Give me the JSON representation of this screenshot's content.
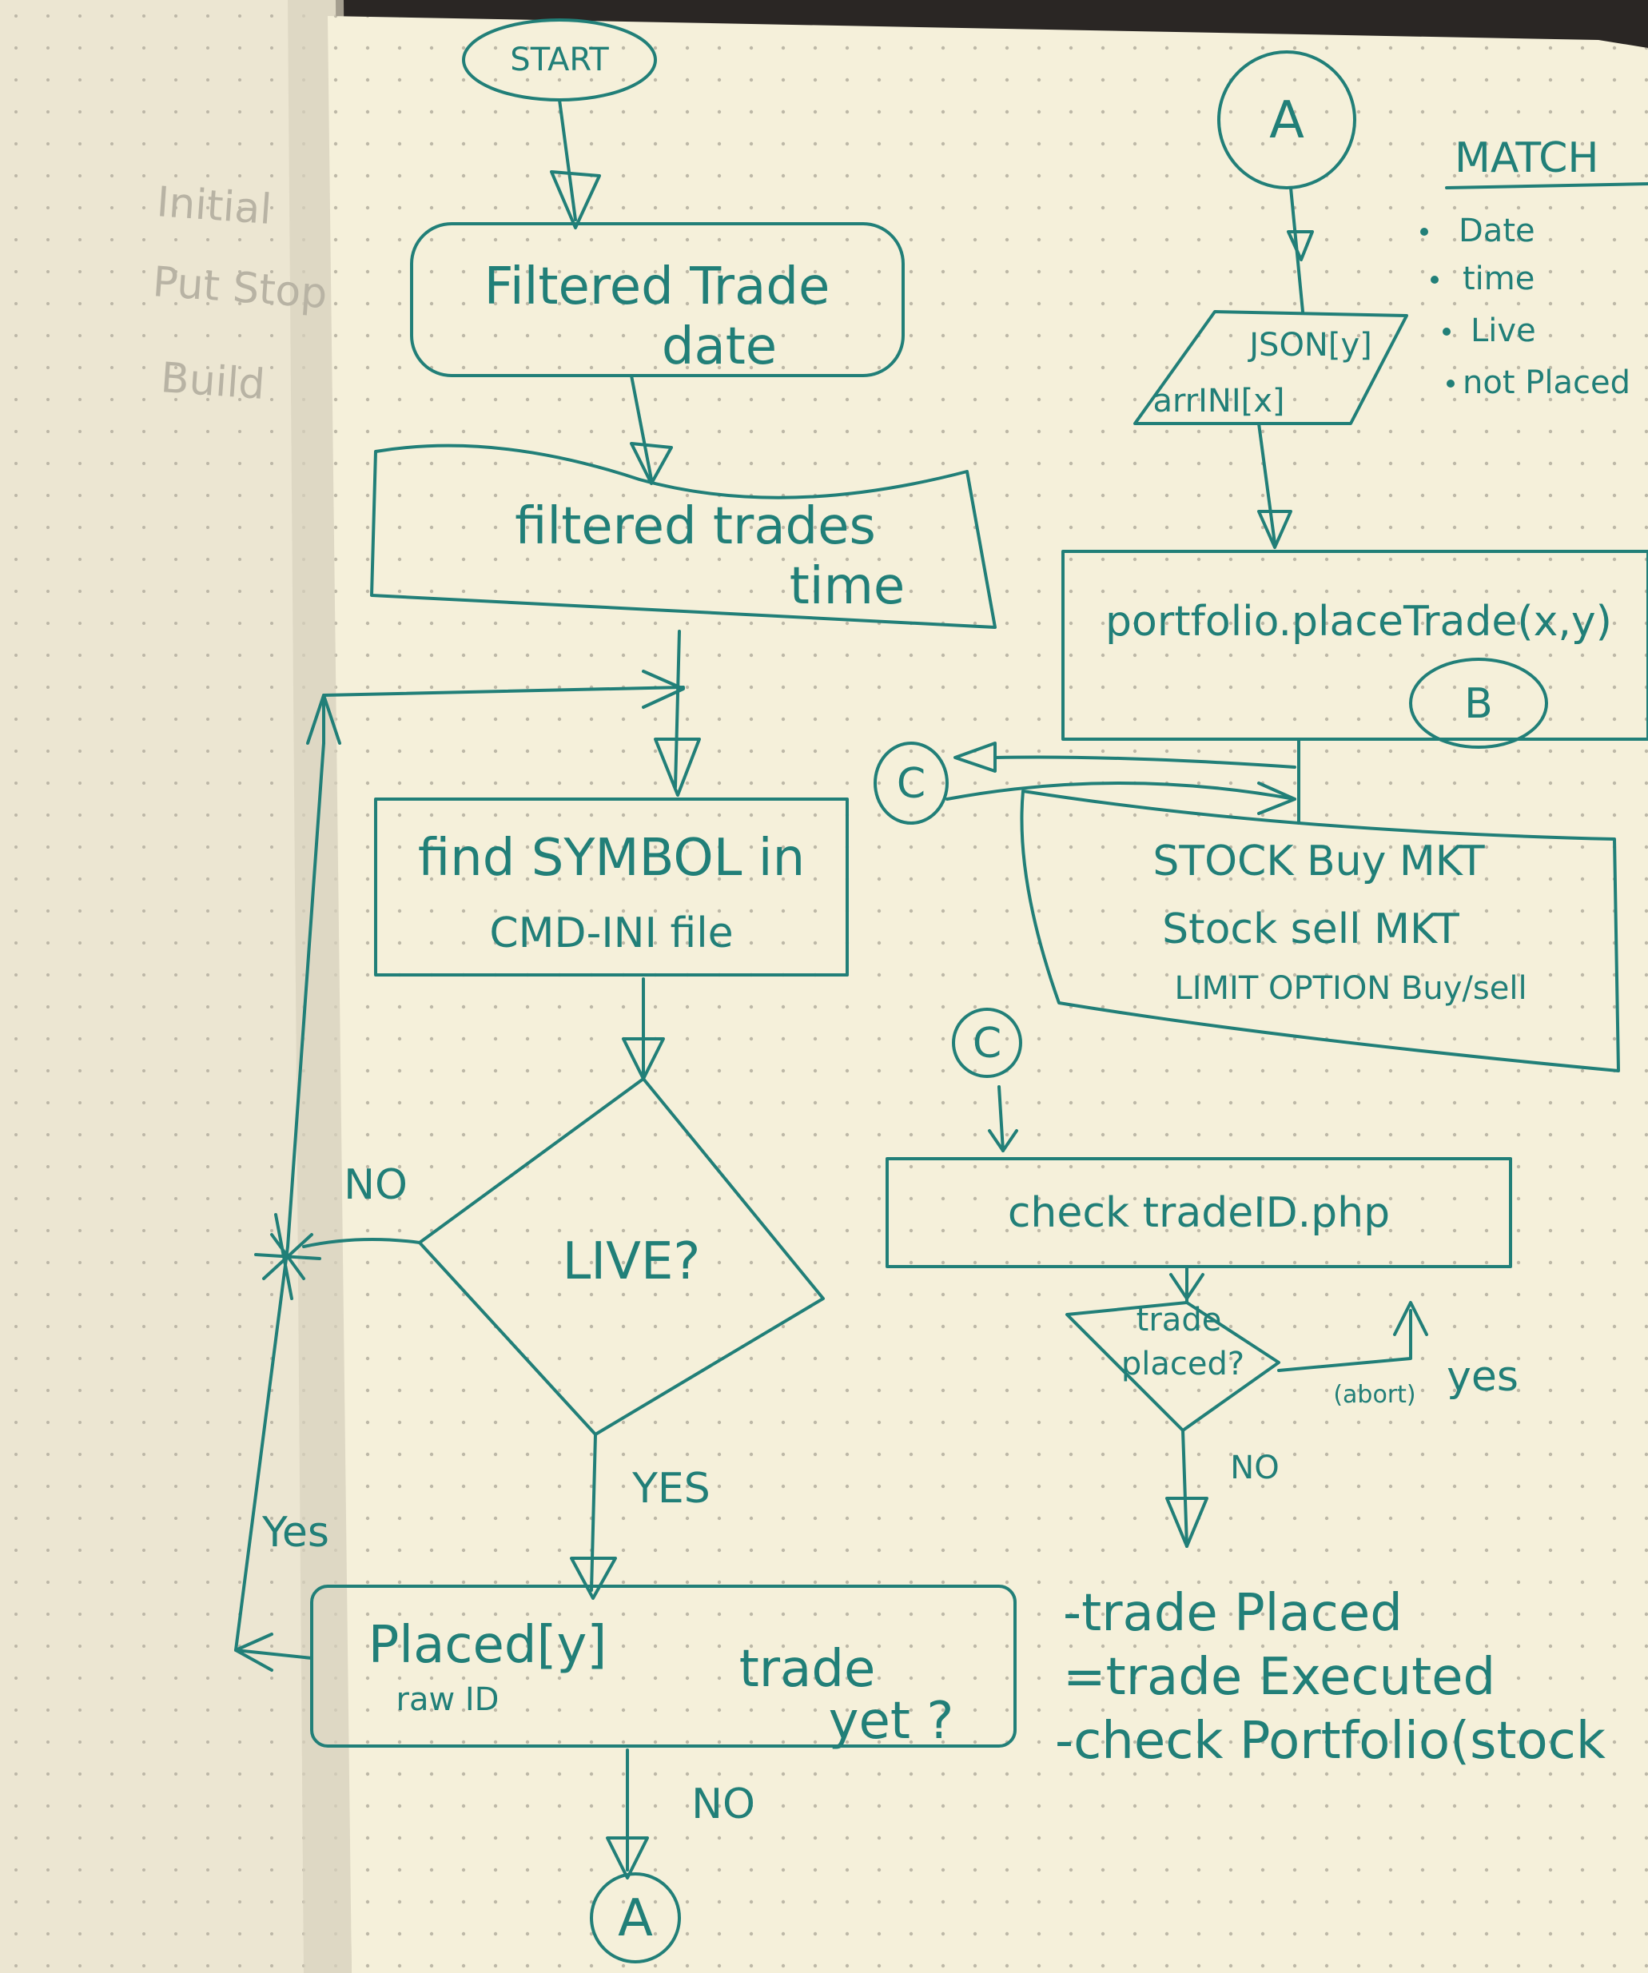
{
  "flowchart": {
    "start": "START",
    "box_trade_date": [
      "Filtered Trade",
      "date"
    ],
    "box_trade_time": [
      "filtered trades",
      "time"
    ],
    "box_find_symbol": [
      "find SYMBOL in",
      "CMD-INI file"
    ],
    "decision_live": "LIVE?",
    "label_no_live": "NO",
    "label_yes_live": "YES",
    "box_placed": [
      "Placed[y]",
      "raw ID",
      "trade",
      "yet ?"
    ],
    "label_yes_placed": "Yes",
    "label_no_placed": "NO",
    "connector_a_bottom": "A",
    "connector_a_top": "A",
    "io_json": "JSON[y]",
    "io_arr": "arrINI[x]",
    "match_title": "MATCH",
    "match_items": [
      "Date",
      "time",
      "Live",
      "not Placed"
    ],
    "box_portfolio": "portfolio.placeTrade(x,y)",
    "connector_b": "B",
    "connector_c_left": "C",
    "box_stock": [
      "STOCK Buy MKT",
      "Stock sell MKT",
      "LIMIT OPTION Buy/sell"
    ],
    "connector_c_lower": "C",
    "box_check": "check tradeID.php",
    "decision_trade_placed": [
      "trade",
      "placed?"
    ],
    "label_abort": "(abort)",
    "label_yes_right": "yes",
    "label_no_right": "NO",
    "notes": [
      "-trade Placed",
      "=trade Executed",
      "-check Portfolio(stock"
    ]
  },
  "left_page_text": [
    "Initial",
    "Put Stop",
    "Build"
  ],
  "colors": {
    "ink": "#217f78",
    "paper": "#f4efd9",
    "left_paper": "#ece6d2"
  }
}
